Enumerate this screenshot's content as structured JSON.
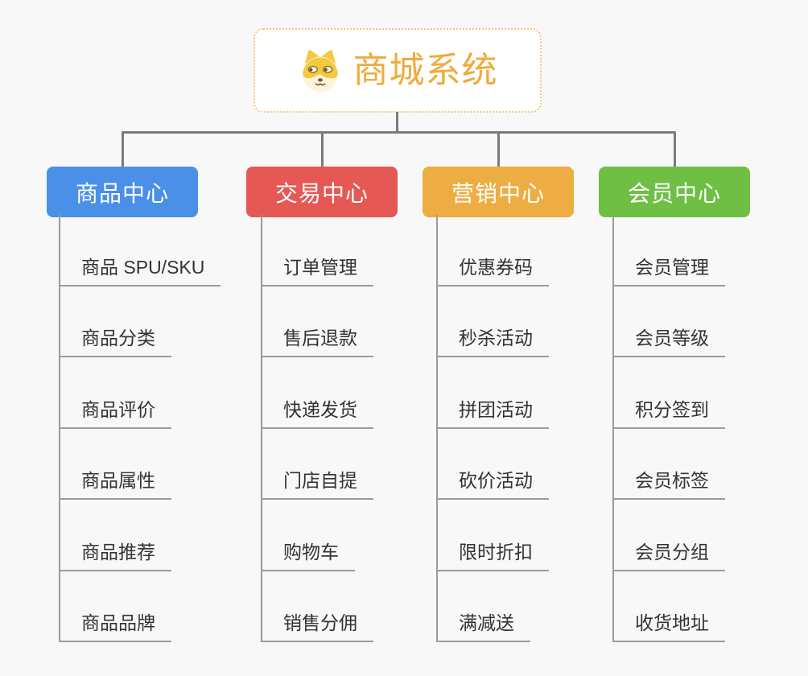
{
  "page": {
    "background": "#F8F8F8",
    "connector_color": "#7B7B7B",
    "trunk_line_color": "#9B9B9B",
    "leaf_text_color": "#333333"
  },
  "root": {
    "title": "商城系统",
    "icon": "dog-face-icon",
    "accent_color": "#F0AB3C",
    "border_color": "#F2C479",
    "background": "#FFFFFF"
  },
  "branches": [
    {
      "name": "product-center",
      "label": "商品中心",
      "color": "#4A90E8",
      "children": [
        "商品 SPU/SKU",
        "商品分类",
        "商品评价",
        "商品属性",
        "商品推荐",
        "商品品牌"
      ]
    },
    {
      "name": "trade-center",
      "label": "交易中心",
      "color": "#E65853",
      "children": [
        "订单管理",
        "售后退款",
        "快递发货",
        "门店自提",
        "购物车",
        "销售分佣"
      ]
    },
    {
      "name": "marketing-center",
      "label": "营销中心",
      "color": "#EDAD42",
      "children": [
        "优惠券码",
        "秒杀活动",
        "拼团活动",
        "砍价活动",
        "限时折扣",
        "满减送"
      ]
    },
    {
      "name": "member-center",
      "label": "会员中心",
      "color": "#6FBF45",
      "children": [
        "会员管理",
        "会员等级",
        "积分签到",
        "会员标签",
        "会员分组",
        "收货地址"
      ]
    }
  ]
}
